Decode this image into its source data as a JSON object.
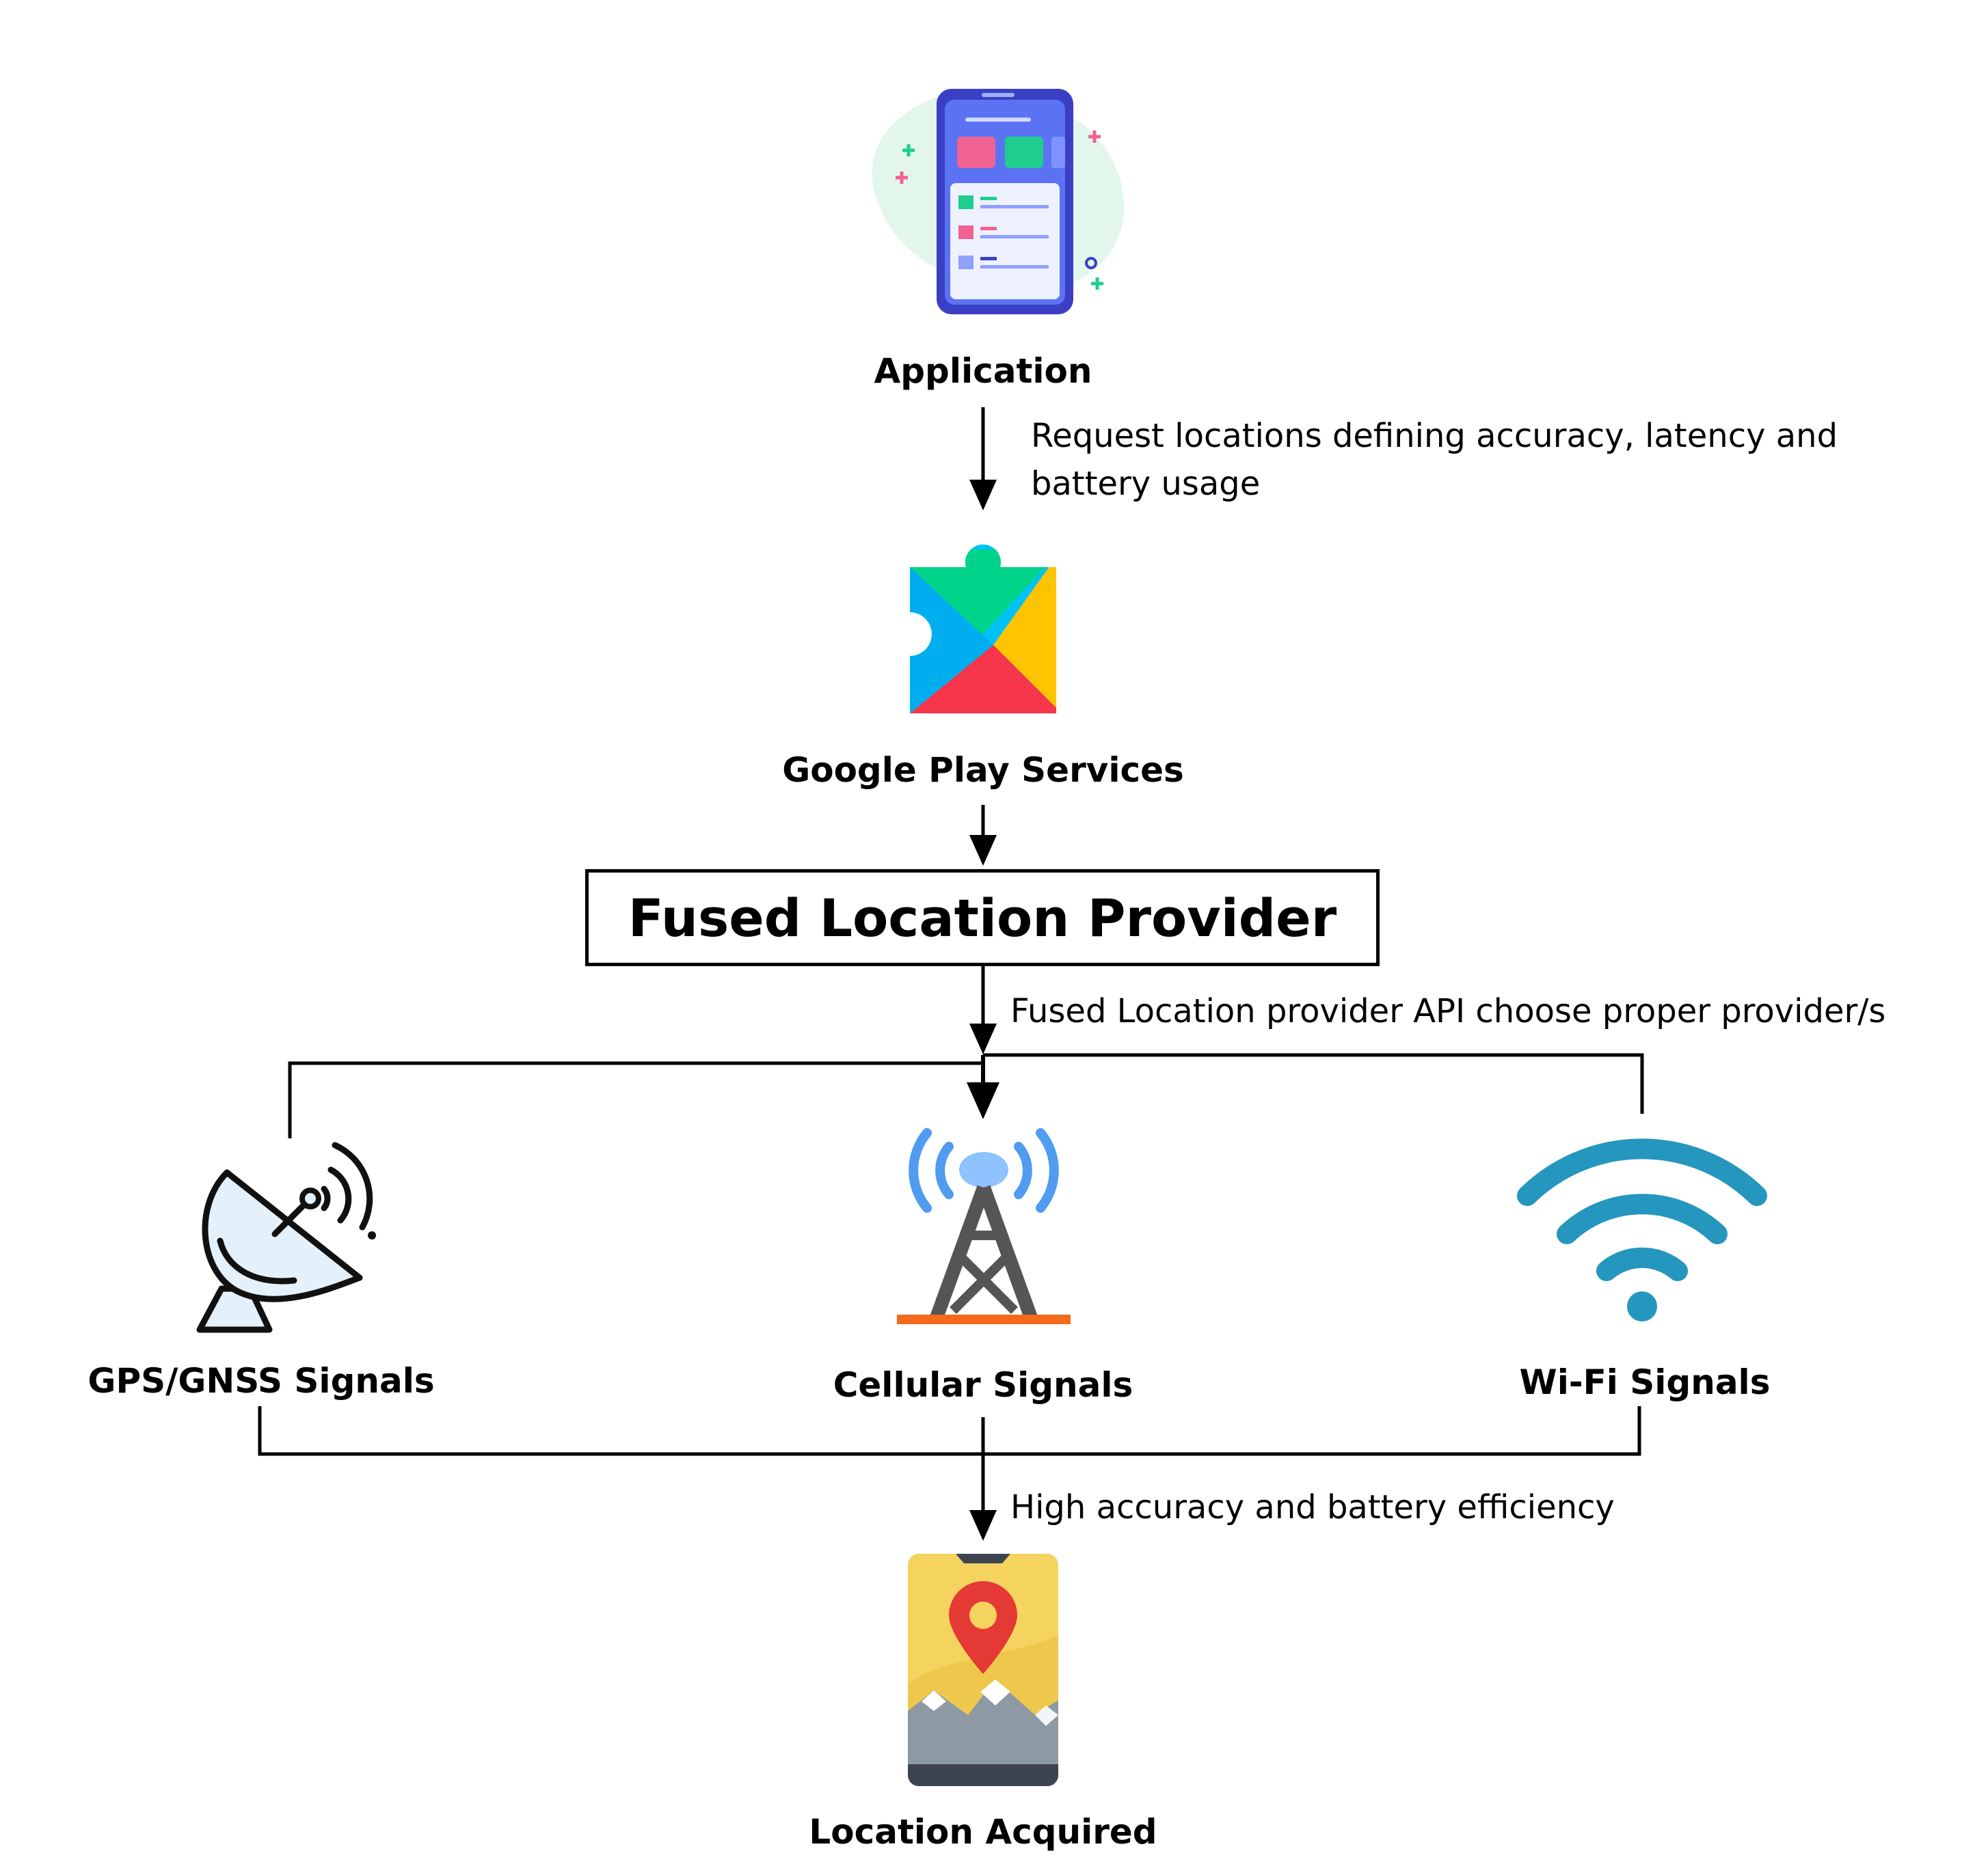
{
  "nodes": {
    "application": {
      "label": "Application",
      "icon": "smartphone-app-icon"
    },
    "play_services": {
      "label": "Google Play Services",
      "icon": "google-play-services-icon"
    },
    "fused": {
      "label": "Fused Location Provider"
    },
    "gps": {
      "label": "GPS/GNSS Signals",
      "icon": "satellite-dish-icon"
    },
    "cellular": {
      "label": "Cellular Signals",
      "icon": "cell-tower-icon"
    },
    "wifi": {
      "label": "Wi-Fi Signals",
      "icon": "wifi-icon"
    },
    "location": {
      "label": "Location Acquired",
      "icon": "map-location-phone-icon"
    }
  },
  "annotations": {
    "request": [
      "Request locations defining accuracy, latency and",
      "battery usage"
    ],
    "api": "Fused Location provider API choose proper provider/s",
    "result": "High accuracy and battery efficiency"
  },
  "colors": {
    "line": "#000000",
    "wifi": "#2596be",
    "tower_waves": "#4f9cf0",
    "tower_base": "#f36a1c",
    "pin": "#e53935"
  }
}
